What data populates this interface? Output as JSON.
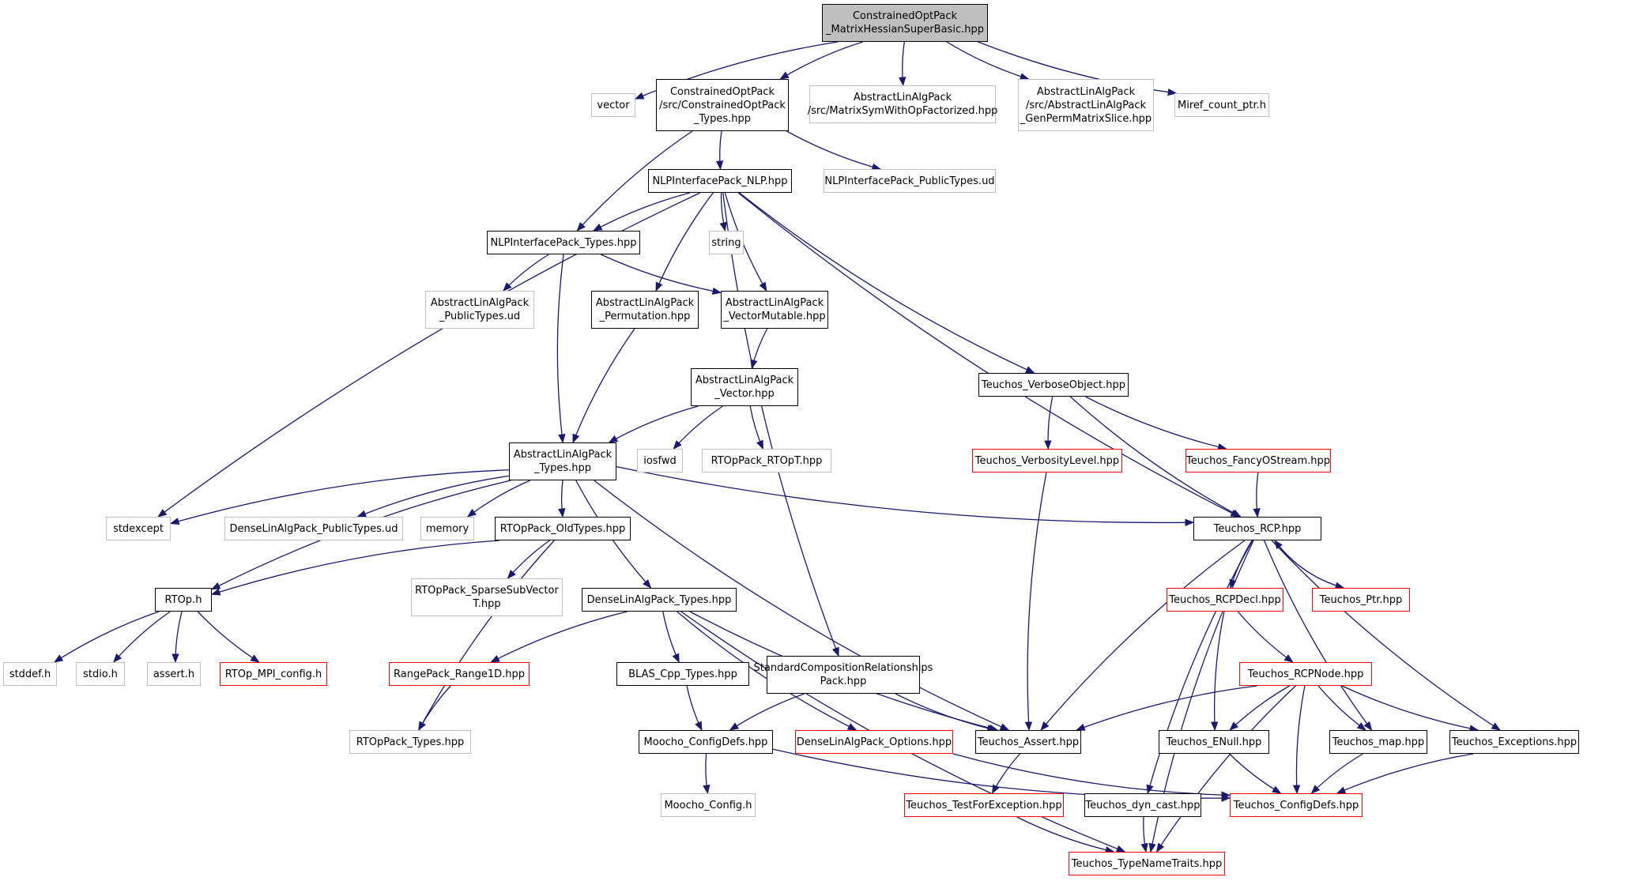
{
  "colors": {
    "edge": "#191970",
    "black": "#000000",
    "gray": "#c0c0c0",
    "red": "#ff0000",
    "root_fill": "#bfbfbf"
  },
  "nodes": [
    {
      "id": "root",
      "label": "ConstrainedOptPack\n_MatrixHessianSuperBasic.hpp",
      "style": "root"
    },
    {
      "id": "vector",
      "label": "vector",
      "style": "gray"
    },
    {
      "id": "cop_types",
      "label": "ConstrainedOptPack\n/src/ConstrainedOptPack\n_Types.hpp",
      "style": "black"
    },
    {
      "id": "mswof",
      "label": "AbstractLinAlgPack\n/src/MatrixSymWithOpFactorized.hpp",
      "style": "gray"
    },
    {
      "id": "genperm",
      "label": "AbstractLinAlgPack\n/src/AbstractLinAlgPack\n_GenPermMatrixSlice.hpp",
      "style": "gray"
    },
    {
      "id": "miref",
      "label": "Miref_count_ptr.h",
      "style": "gray"
    },
    {
      "id": "nlp",
      "label": "NLPInterfacePack_NLP.hpp",
      "style": "black"
    },
    {
      "id": "nlp_public",
      "label": "NLPInterfacePack_PublicTypes.ud",
      "style": "gray"
    },
    {
      "id": "nlp_types",
      "label": "NLPInterfacePack_Types.hpp",
      "style": "black"
    },
    {
      "id": "string",
      "label": "string",
      "style": "gray"
    },
    {
      "id": "ala_public",
      "label": "AbstractLinAlgPack\n_PublicTypes.ud",
      "style": "gray"
    },
    {
      "id": "ala_perm",
      "label": "AbstractLinAlgPack\n_Permutation.hpp",
      "style": "black"
    },
    {
      "id": "ala_vecmut",
      "label": "AbstractLinAlgPack\n_VectorMutable.hpp",
      "style": "black"
    },
    {
      "id": "ala_vec",
      "label": "AbstractLinAlgPack\n_Vector.hpp",
      "style": "black"
    },
    {
      "id": "t_verbose",
      "label": "Teuchos_VerboseObject.hpp",
      "style": "black"
    },
    {
      "id": "ala_types",
      "label": "AbstractLinAlgPack\n_Types.hpp",
      "style": "black"
    },
    {
      "id": "iosfwd",
      "label": "iosfwd",
      "style": "gray"
    },
    {
      "id": "rtop_t",
      "label": "RTOpPack_RTOpT.hpp",
      "style": "gray"
    },
    {
      "id": "t_verblevel",
      "label": "Teuchos_VerbosityLevel.hpp",
      "style": "red"
    },
    {
      "id": "t_fancy",
      "label": "Teuchos_FancyOStream.hpp",
      "style": "red"
    },
    {
      "id": "stdexcept",
      "label": "stdexcept",
      "style": "gray"
    },
    {
      "id": "dla_public",
      "label": "DenseLinAlgPack_PublicTypes.ud",
      "style": "gray"
    },
    {
      "id": "memory",
      "label": "memory",
      "style": "gray"
    },
    {
      "id": "rtop_old",
      "label": "RTOpPack_OldTypes.hpp",
      "style": "black"
    },
    {
      "id": "t_rcp",
      "label": "Teuchos_RCP.hpp",
      "style": "black"
    },
    {
      "id": "rtop_h",
      "label": "RTOp.h",
      "style": "black"
    },
    {
      "id": "rtop_sparse",
      "label": "RTOpPack_SparseSubVector\nT.hpp",
      "style": "gray"
    },
    {
      "id": "dla_types",
      "label": "DenseLinAlgPack_Types.hpp",
      "style": "black"
    },
    {
      "id": "t_rcpdecl",
      "label": "Teuchos_RCPDecl.hpp",
      "style": "red"
    },
    {
      "id": "t_ptr",
      "label": "Teuchos_Ptr.hpp",
      "style": "red"
    },
    {
      "id": "stddef",
      "label": "stddef.h",
      "style": "gray"
    },
    {
      "id": "stdio",
      "label": "stdio.h",
      "style": "gray"
    },
    {
      "id": "assert",
      "label": "assert.h",
      "style": "gray"
    },
    {
      "id": "rtop_mpi",
      "label": "RTOp_MPI_config.h",
      "style": "red"
    },
    {
      "id": "range1d",
      "label": "RangePack_Range1D.hpp",
      "style": "red"
    },
    {
      "id": "blas",
      "label": "BLAS_Cpp_Types.hpp",
      "style": "black"
    },
    {
      "id": "std_comp",
      "label": "StandardCompositionRelationships\nPack.hpp",
      "style": "black"
    },
    {
      "id": "t_rcpnode",
      "label": "Teuchos_RCPNode.hpp",
      "style": "red"
    },
    {
      "id": "rtop_types",
      "label": "RTOpPack_Types.hpp",
      "style": "gray"
    },
    {
      "id": "moocho_cfg",
      "label": "Moocho_ConfigDefs.hpp",
      "style": "black"
    },
    {
      "id": "dla_options",
      "label": "DenseLinAlgPack_Options.hpp",
      "style": "red"
    },
    {
      "id": "t_assert",
      "label": "Teuchos_Assert.hpp",
      "style": "black"
    },
    {
      "id": "t_enull",
      "label": "Teuchos_ENull.hpp",
      "style": "black"
    },
    {
      "id": "t_map",
      "label": "Teuchos_map.hpp",
      "style": "black"
    },
    {
      "id": "t_except",
      "label": "Teuchos_Exceptions.hpp",
      "style": "black"
    },
    {
      "id": "moocho_config",
      "label": "Moocho_Config.h",
      "style": "gray"
    },
    {
      "id": "t_testexc",
      "label": "Teuchos_TestForException.hpp",
      "style": "red"
    },
    {
      "id": "t_dyncast",
      "label": "Teuchos_dyn_cast.hpp",
      "style": "black"
    },
    {
      "id": "t_cfgdefs",
      "label": "Teuchos_ConfigDefs.hpp",
      "style": "red"
    },
    {
      "id": "t_typename",
      "label": "Teuchos_TypeNameTraits.hpp",
      "style": "red"
    }
  ],
  "edges": [
    [
      "root",
      "vector"
    ],
    [
      "root",
      "cop_types"
    ],
    [
      "root",
      "mswof"
    ],
    [
      "root",
      "genperm"
    ],
    [
      "root",
      "miref"
    ],
    [
      "cop_types",
      "nlp"
    ],
    [
      "cop_types",
      "nlp_public"
    ],
    [
      "cop_types",
      "nlp_types"
    ],
    [
      "nlp",
      "nlp_types"
    ],
    [
      "nlp",
      "string"
    ],
    [
      "nlp",
      "ala_perm"
    ],
    [
      "nlp",
      "ala_vecmut"
    ],
    [
      "nlp",
      "std_comp"
    ],
    [
      "nlp",
      "t_verbose"
    ],
    [
      "nlp",
      "t_rcp"
    ],
    [
      "nlp",
      "stdexcept"
    ],
    [
      "nlp_types",
      "ala_public"
    ],
    [
      "nlp_types",
      "ala_vecmut"
    ],
    [
      "nlp_types",
      "ala_types"
    ],
    [
      "ala_perm",
      "ala_types"
    ],
    [
      "ala_vecmut",
      "ala_vec"
    ],
    [
      "ala_vec",
      "ala_types"
    ],
    [
      "ala_vec",
      "iosfwd"
    ],
    [
      "ala_vec",
      "rtop_t"
    ],
    [
      "t_verbose",
      "t_verblevel"
    ],
    [
      "t_verbose",
      "t_fancy"
    ],
    [
      "t_verbose",
      "t_rcp"
    ],
    [
      "t_verblevel",
      "t_assert"
    ],
    [
      "t_fancy",
      "t_rcp"
    ],
    [
      "ala_types",
      "stdexcept"
    ],
    [
      "ala_types",
      "dla_public"
    ],
    [
      "ala_types",
      "memory"
    ],
    [
      "ala_types",
      "rtop_old"
    ],
    [
      "ala_types",
      "dla_types"
    ],
    [
      "ala_types",
      "rtop_h"
    ],
    [
      "ala_types",
      "t_rcp"
    ],
    [
      "ala_types",
      "t_assert"
    ],
    [
      "rtop_old",
      "rtop_h"
    ],
    [
      "rtop_old",
      "rtop_sparse"
    ],
    [
      "rtop_old",
      "rtop_types"
    ],
    [
      "rtop_h",
      "stddef"
    ],
    [
      "rtop_h",
      "stdio"
    ],
    [
      "rtop_h",
      "assert"
    ],
    [
      "rtop_h",
      "rtop_mpi"
    ],
    [
      "dla_types",
      "range1d"
    ],
    [
      "dla_types",
      "blas"
    ],
    [
      "dla_types",
      "dla_options"
    ],
    [
      "dla_types",
      "t_assert"
    ],
    [
      "dla_types",
      "t_typename"
    ],
    [
      "range1d",
      "rtop_types"
    ],
    [
      "blas",
      "moocho_cfg"
    ],
    [
      "std_comp",
      "moocho_cfg"
    ],
    [
      "std_comp",
      "t_assert"
    ],
    [
      "moocho_cfg",
      "moocho_config"
    ],
    [
      "moocho_cfg",
      "t_cfgdefs"
    ],
    [
      "dla_options",
      "t_cfgdefs"
    ],
    [
      "t_rcp",
      "t_rcpdecl"
    ],
    [
      "t_rcp",
      "t_ptr"
    ],
    [
      "t_rcp",
      "t_assert"
    ],
    [
      "t_rcp",
      "t_dyncast"
    ],
    [
      "t_rcp",
      "t_map"
    ],
    [
      "t_rcp",
      "t_except"
    ],
    [
      "t_rcp",
      "t_typename"
    ],
    [
      "t_ptr",
      "t_rcp"
    ],
    [
      "t_rcpdecl",
      "t_enull"
    ],
    [
      "t_rcpdecl",
      "t_rcpnode"
    ],
    [
      "t_rcpnode",
      "t_assert"
    ],
    [
      "t_rcpnode",
      "t_enull"
    ],
    [
      "t_rcpnode",
      "t_cfgdefs"
    ],
    [
      "t_rcpnode",
      "t_map"
    ],
    [
      "t_rcpnode",
      "t_except"
    ],
    [
      "t_rcpnode",
      "t_typename"
    ],
    [
      "t_assert",
      "t_testexc"
    ],
    [
      "t_testexc",
      "t_typename"
    ],
    [
      "t_dyncast",
      "t_typename"
    ],
    [
      "t_enull",
      "t_cfgdefs"
    ],
    [
      "t_map",
      "t_cfgdefs"
    ],
    [
      "t_except",
      "t_cfgdefs"
    ]
  ]
}
